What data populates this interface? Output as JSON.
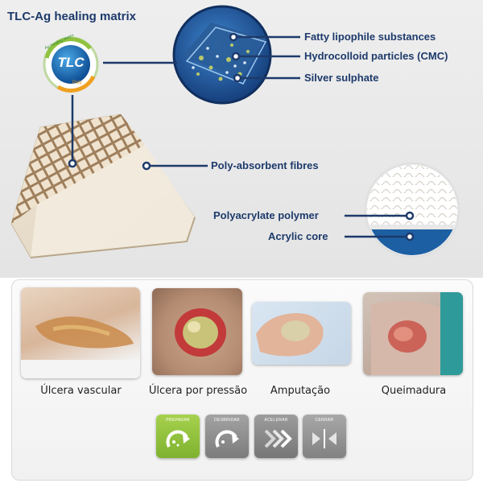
{
  "diagram": {
    "title": "TLC-Ag healing matrix",
    "logo": {
      "center_text": "TLC",
      "ring_top_text": "Ag Healing Matrix",
      "ring_bottom_text": "Poly"
    },
    "labels": {
      "fatty": "Fatty lipophile substances",
      "hydrocolloid": "Hydrocolloid particles (CMC)",
      "silver": "Silver sulphate",
      "fibres": "Poly-absorbent fibres",
      "polyacrylate": "Polyacrylate polymer",
      "acrylic": "Acrylic core"
    },
    "colors": {
      "navy": "#1d3a6b",
      "accent_blue": "#2e6fb5"
    }
  },
  "indications": [
    {
      "caption": "Úlcera vascular"
    },
    {
      "caption": "Úlcera por pressão"
    },
    {
      "caption": "Amputação"
    },
    {
      "caption": "Queimadura"
    }
  ],
  "phases": [
    {
      "label": "PREPARAR",
      "icon": "prepare-arrow-icon",
      "color": "#8fc23f"
    },
    {
      "label": "DESBRIDAR",
      "icon": "debride-arrow-icon",
      "color": "#8c8c8c"
    },
    {
      "label": "ACELERAR",
      "icon": "accelerate-chevrons-icon",
      "color": "#8c8c8c"
    },
    {
      "label": "CERRAR",
      "icon": "close-arrows-icon",
      "color": "#8c8c8c"
    }
  ]
}
